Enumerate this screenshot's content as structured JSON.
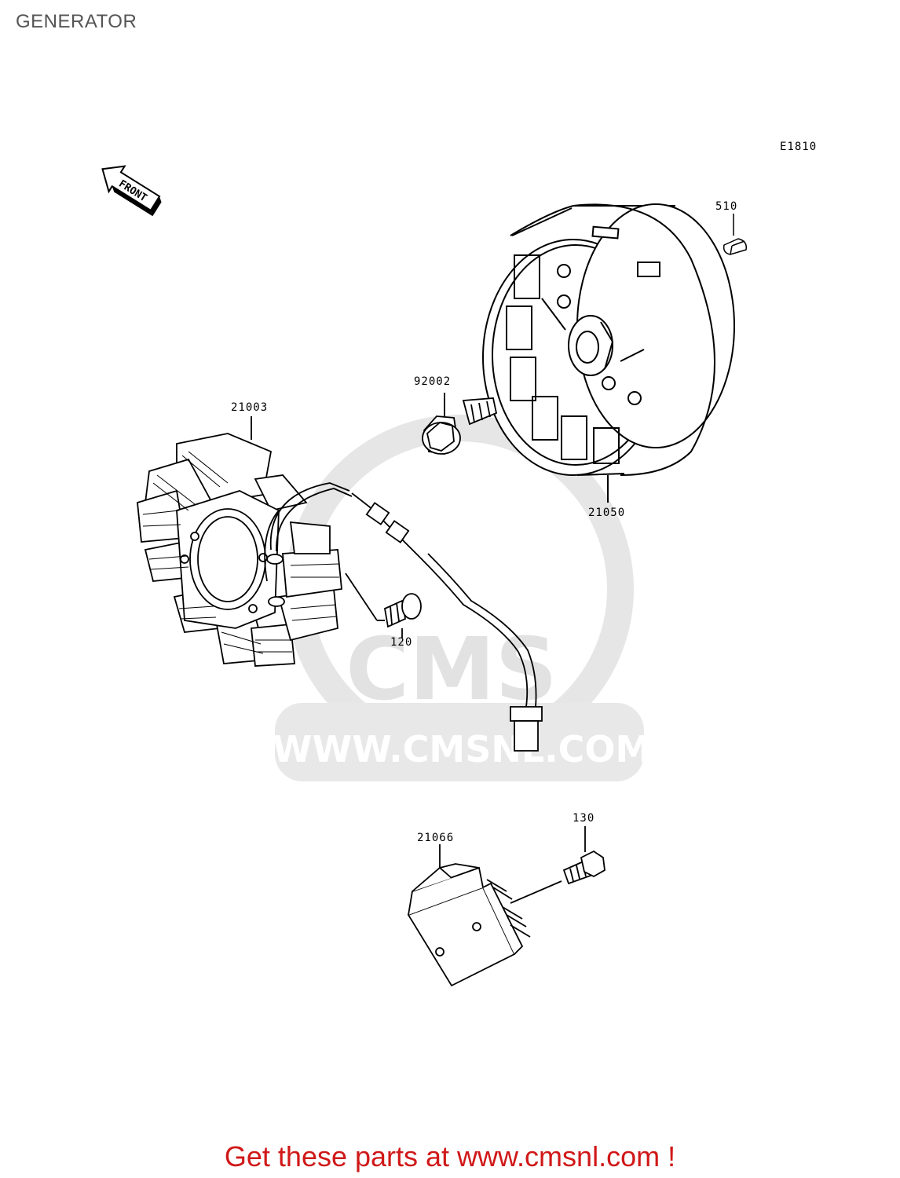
{
  "page": {
    "title": "GENERATOR"
  },
  "diagram": {
    "ref_code": "E1810",
    "front_label": "FRONT",
    "watermark": {
      "brand": "CMS",
      "url": "WWW.CMSNL.COM"
    },
    "parts": [
      {
        "number": "510"
      },
      {
        "number": "92002"
      },
      {
        "number": "21003"
      },
      {
        "number": "21050"
      },
      {
        "number": "120"
      },
      {
        "number": "21066"
      },
      {
        "number": "130"
      }
    ]
  },
  "footer": {
    "text": "Get these parts at www.cmsnl.com !"
  },
  "colors": {
    "footer": "#d01818",
    "title": "#555555",
    "watermark": "#e0e0e0"
  }
}
